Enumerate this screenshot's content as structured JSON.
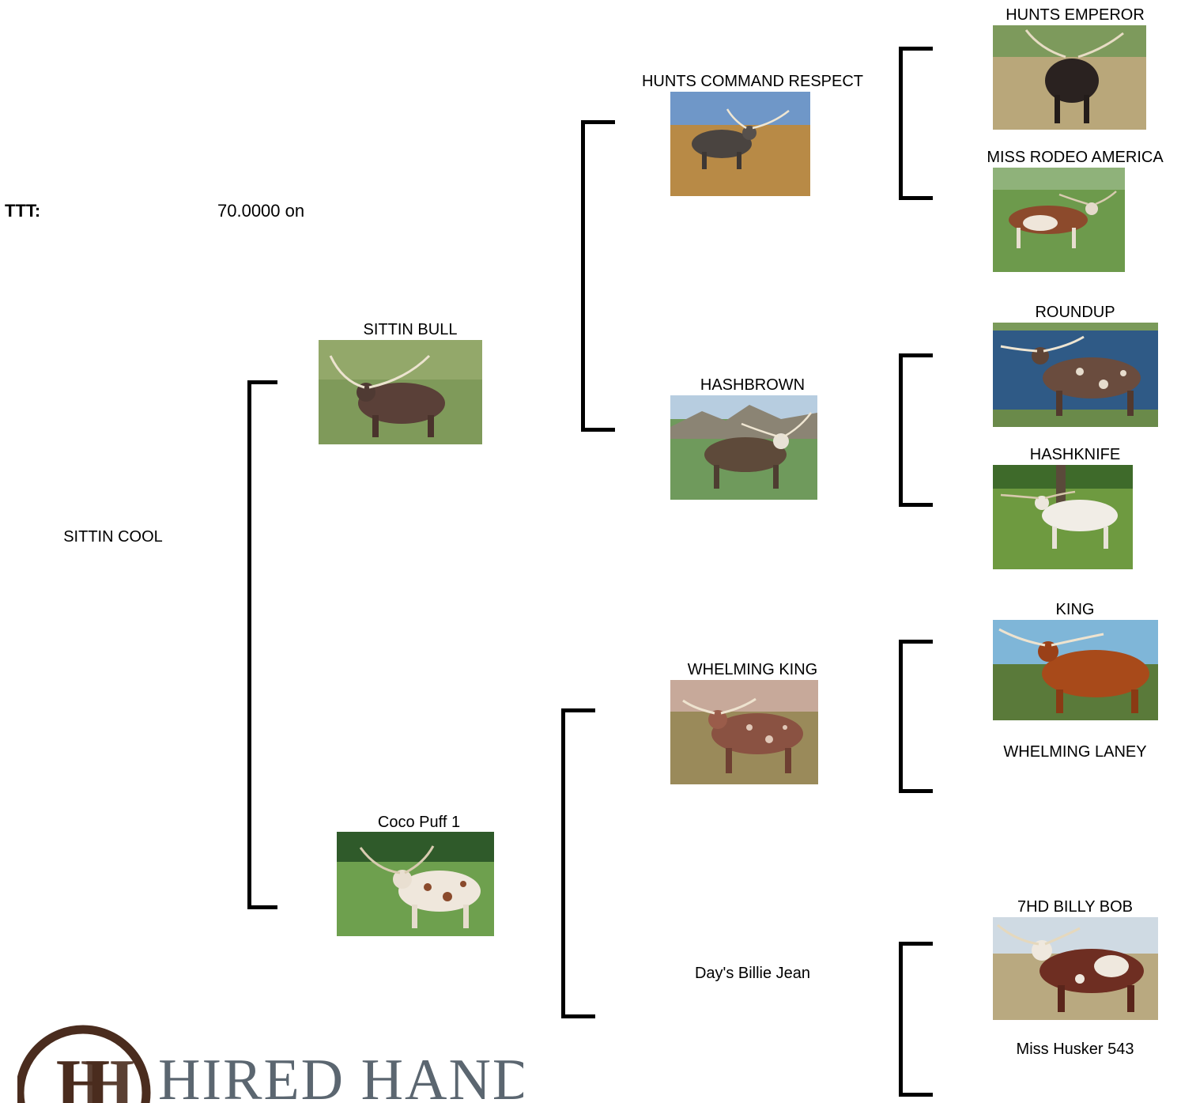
{
  "ttt": {
    "label": "TTT:",
    "value": "70.0000 on"
  },
  "animal": {
    "name": "SITTIN COOL"
  },
  "sire": {
    "name": "SITTIN BULL"
  },
  "dam": {
    "name": "Coco Puff 1"
  },
  "sire_sire": {
    "name": "HUNTS COMMAND RESPECT"
  },
  "sire_dam": {
    "name": "HASHBROWN"
  },
  "dam_sire": {
    "name": "WHELMING KING"
  },
  "dam_dam": {
    "name": "Day's Billie Jean"
  },
  "gen3": [
    {
      "name": "HUNTS EMPEROR"
    },
    {
      "name": "MISS RODEO AMERICA"
    },
    {
      "name": "ROUNDUP"
    },
    {
      "name": "HASHKNIFE"
    },
    {
      "name": "KING"
    },
    {
      "name": "WHELMING LANEY"
    },
    {
      "name": "7HD BILLY BOB"
    },
    {
      "name": "Miss Husker 543"
    }
  ],
  "logo": {
    "text": "HIRED HAND",
    "accent": "#4a2c1e",
    "text_color": "#5b6670"
  }
}
